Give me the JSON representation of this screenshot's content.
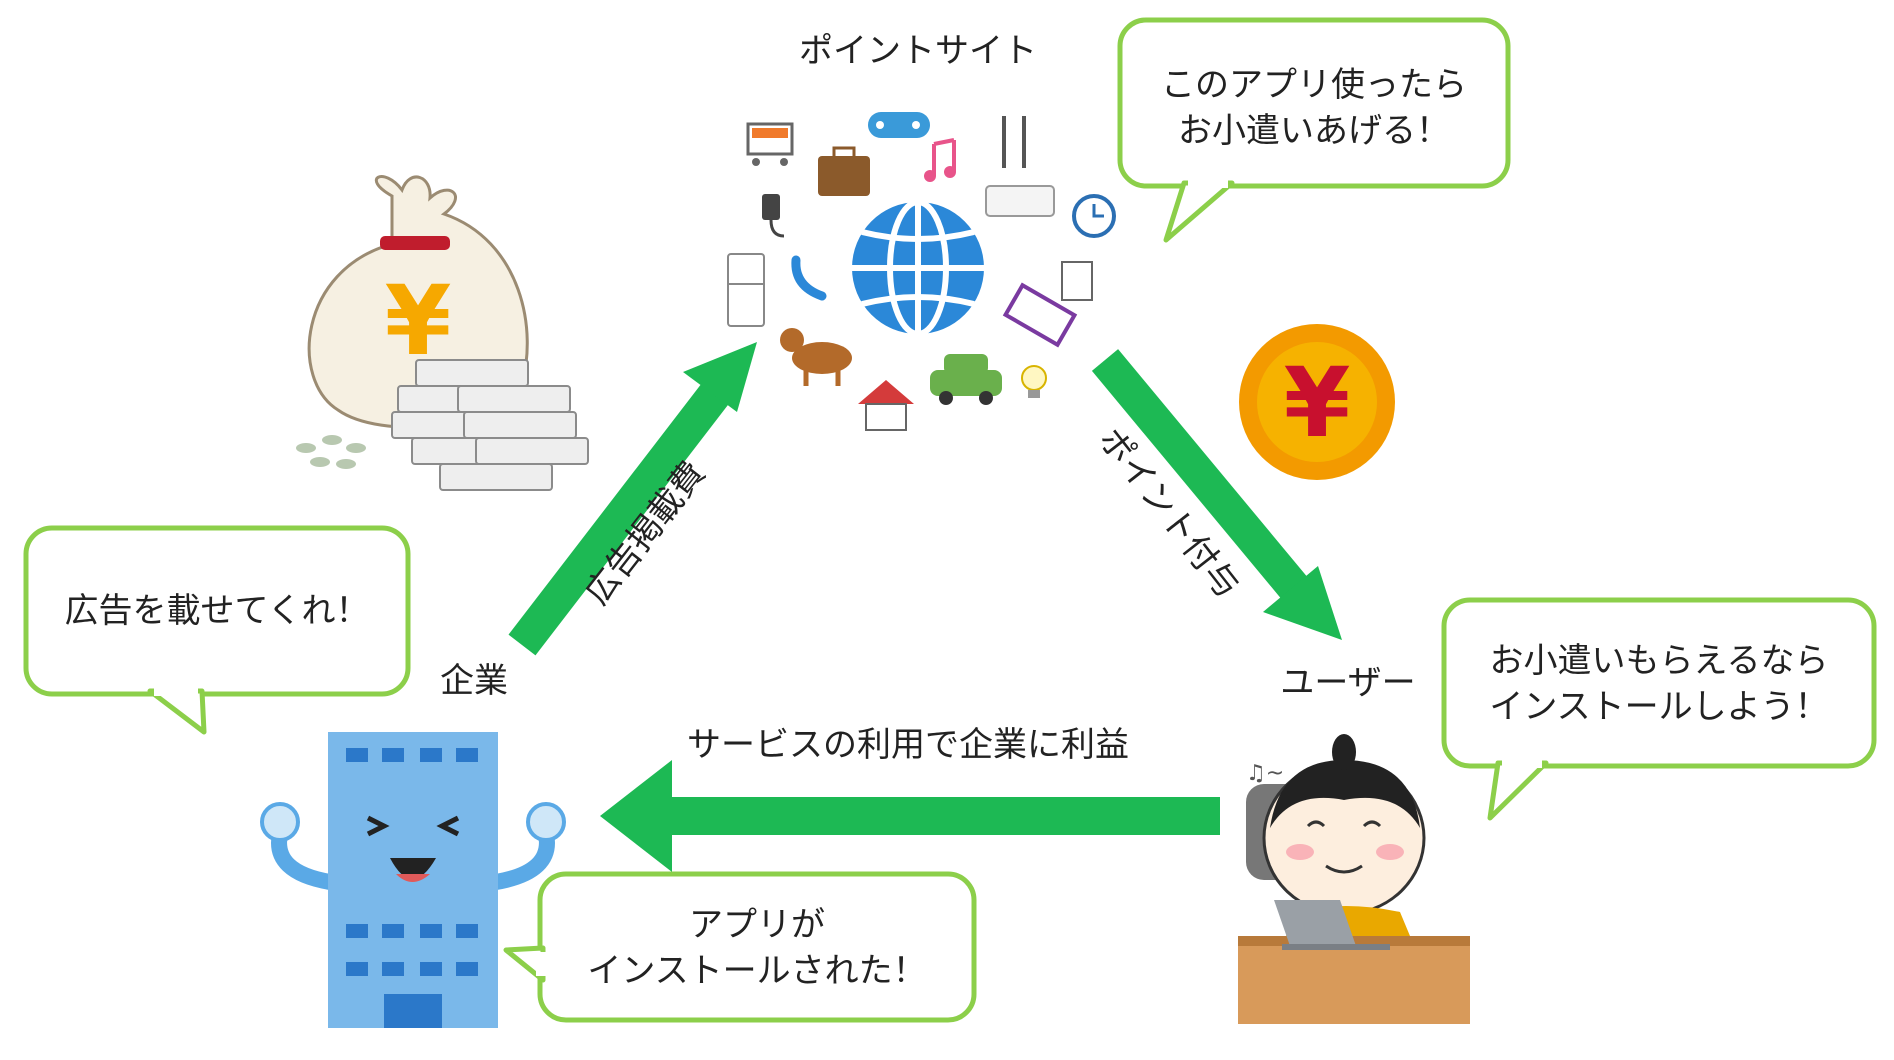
{
  "labels": {
    "point_site": "ポイントサイト",
    "company": "企業",
    "user": "ユーザー"
  },
  "arrows": {
    "ad_fee": "広告掲載費",
    "point_grant": "ポイント付与",
    "profit": "サービスの利用で企業に利益"
  },
  "bubbles": {
    "site_line1": "このアプリ使ったら",
    "site_line2": "お小遣いあげる！",
    "company_request": "広告を載せてくれ！",
    "company_installed_line1": "アプリが",
    "company_installed_line2": "インストールされた！",
    "user_line1": "お小遣いもらえるなら",
    "user_line2": "インストールしよう！"
  },
  "symbols": {
    "yen": "¥"
  },
  "icons": [
    "money-bag-icon",
    "globe-icon",
    "yen-coin-icon",
    "building-icon",
    "user-laptop-icon"
  ],
  "colors": {
    "arrow": "#1db954",
    "bubble_border": "#8ccf4a",
    "globe": "#2b88d8",
    "coin": "#f39a00",
    "coin_symbol": "#c8102e",
    "building": "#5aa9e6"
  }
}
